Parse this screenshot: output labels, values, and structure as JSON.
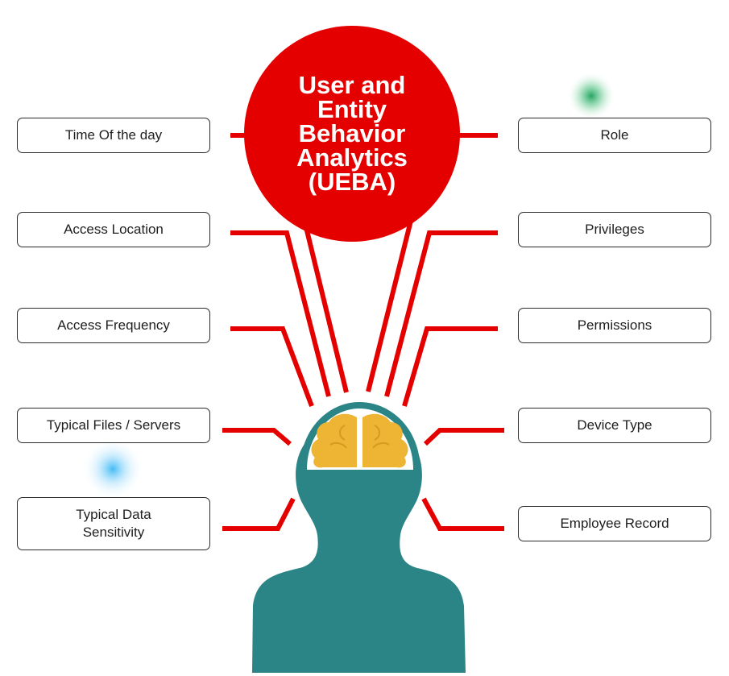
{
  "title": "User and\nEntity\nBehavior\nAnalytics\n(UEBA)",
  "left_items": [
    "Time Of the day",
    "Access Location",
    "Access Frequency",
    "Typical Files / Servers",
    "Typical Data\nSensitivity"
  ],
  "right_items": [
    "Role",
    "Privileges",
    "Permissions",
    "Device Type",
    "Employee Record"
  ],
  "colors": {
    "red": "#e50000",
    "teal": "#2b8486",
    "brain": "#eeb433",
    "box_border": "#2b2b2b"
  },
  "icons": {
    "head": "person-head-icon",
    "brain": "brain-icon"
  }
}
